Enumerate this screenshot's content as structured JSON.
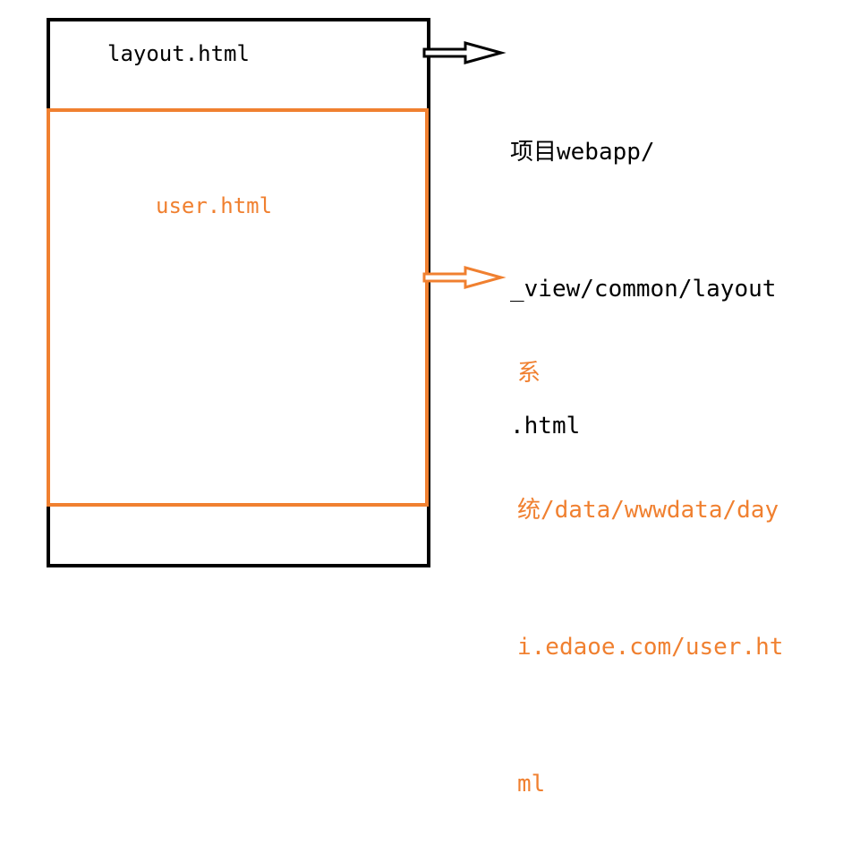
{
  "diagram": {
    "layout_box": {
      "label": "layout.html",
      "color": "#000000"
    },
    "user_box": {
      "label": "user.html",
      "color": "#f08030"
    },
    "layout_path": {
      "lines": [
        "项目webapp/",
        "_view/common/layout",
        ".html"
      ],
      "color": "#000000"
    },
    "user_path": {
      "lines": [
        "系",
        "统/data/wwwdata/day",
        "i.edaoe.com/user.ht",
        "ml"
      ],
      "color": "#f08030"
    },
    "arrows": [
      {
        "name": "layout-arrow",
        "from": "layout.html",
        "to": "layout_path",
        "color": "#000000"
      },
      {
        "name": "user-arrow",
        "from": "user.html",
        "to": "user_path",
        "color": "#f08030"
      }
    ]
  }
}
